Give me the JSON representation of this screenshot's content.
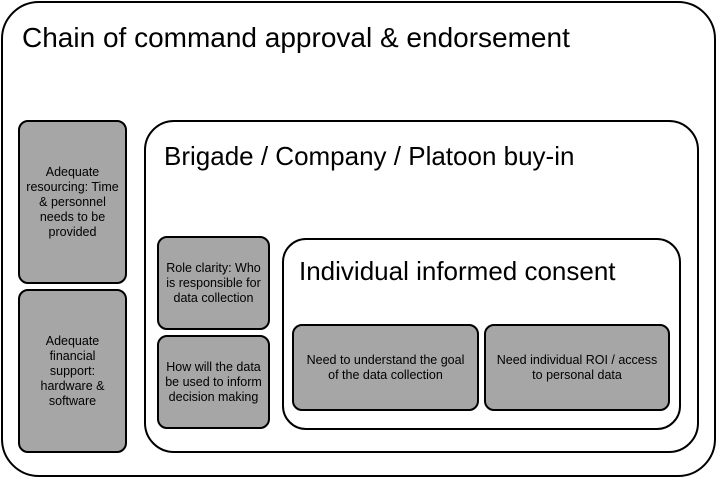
{
  "outer": {
    "title": "Chain of command approval & endorsement"
  },
  "left_column": {
    "resourcing": "Adequate resourcing: Time & personnel needs to be provided",
    "financial": "Adequate financial support: hardware & software"
  },
  "brigade": {
    "title": "Brigade / Company / Platoon buy-in",
    "role_clarity": "Role clarity: Who is responsible for data collection",
    "data_use": "How will the data be used to inform decision making"
  },
  "individual": {
    "title": "Individual informed consent",
    "goal": "Need to understand the goal of the data collection",
    "roi": "Need individual ROI / access to personal data"
  },
  "colors": {
    "box_fill": "#a6a6a6",
    "border": "#000000",
    "background": "#ffffff"
  }
}
